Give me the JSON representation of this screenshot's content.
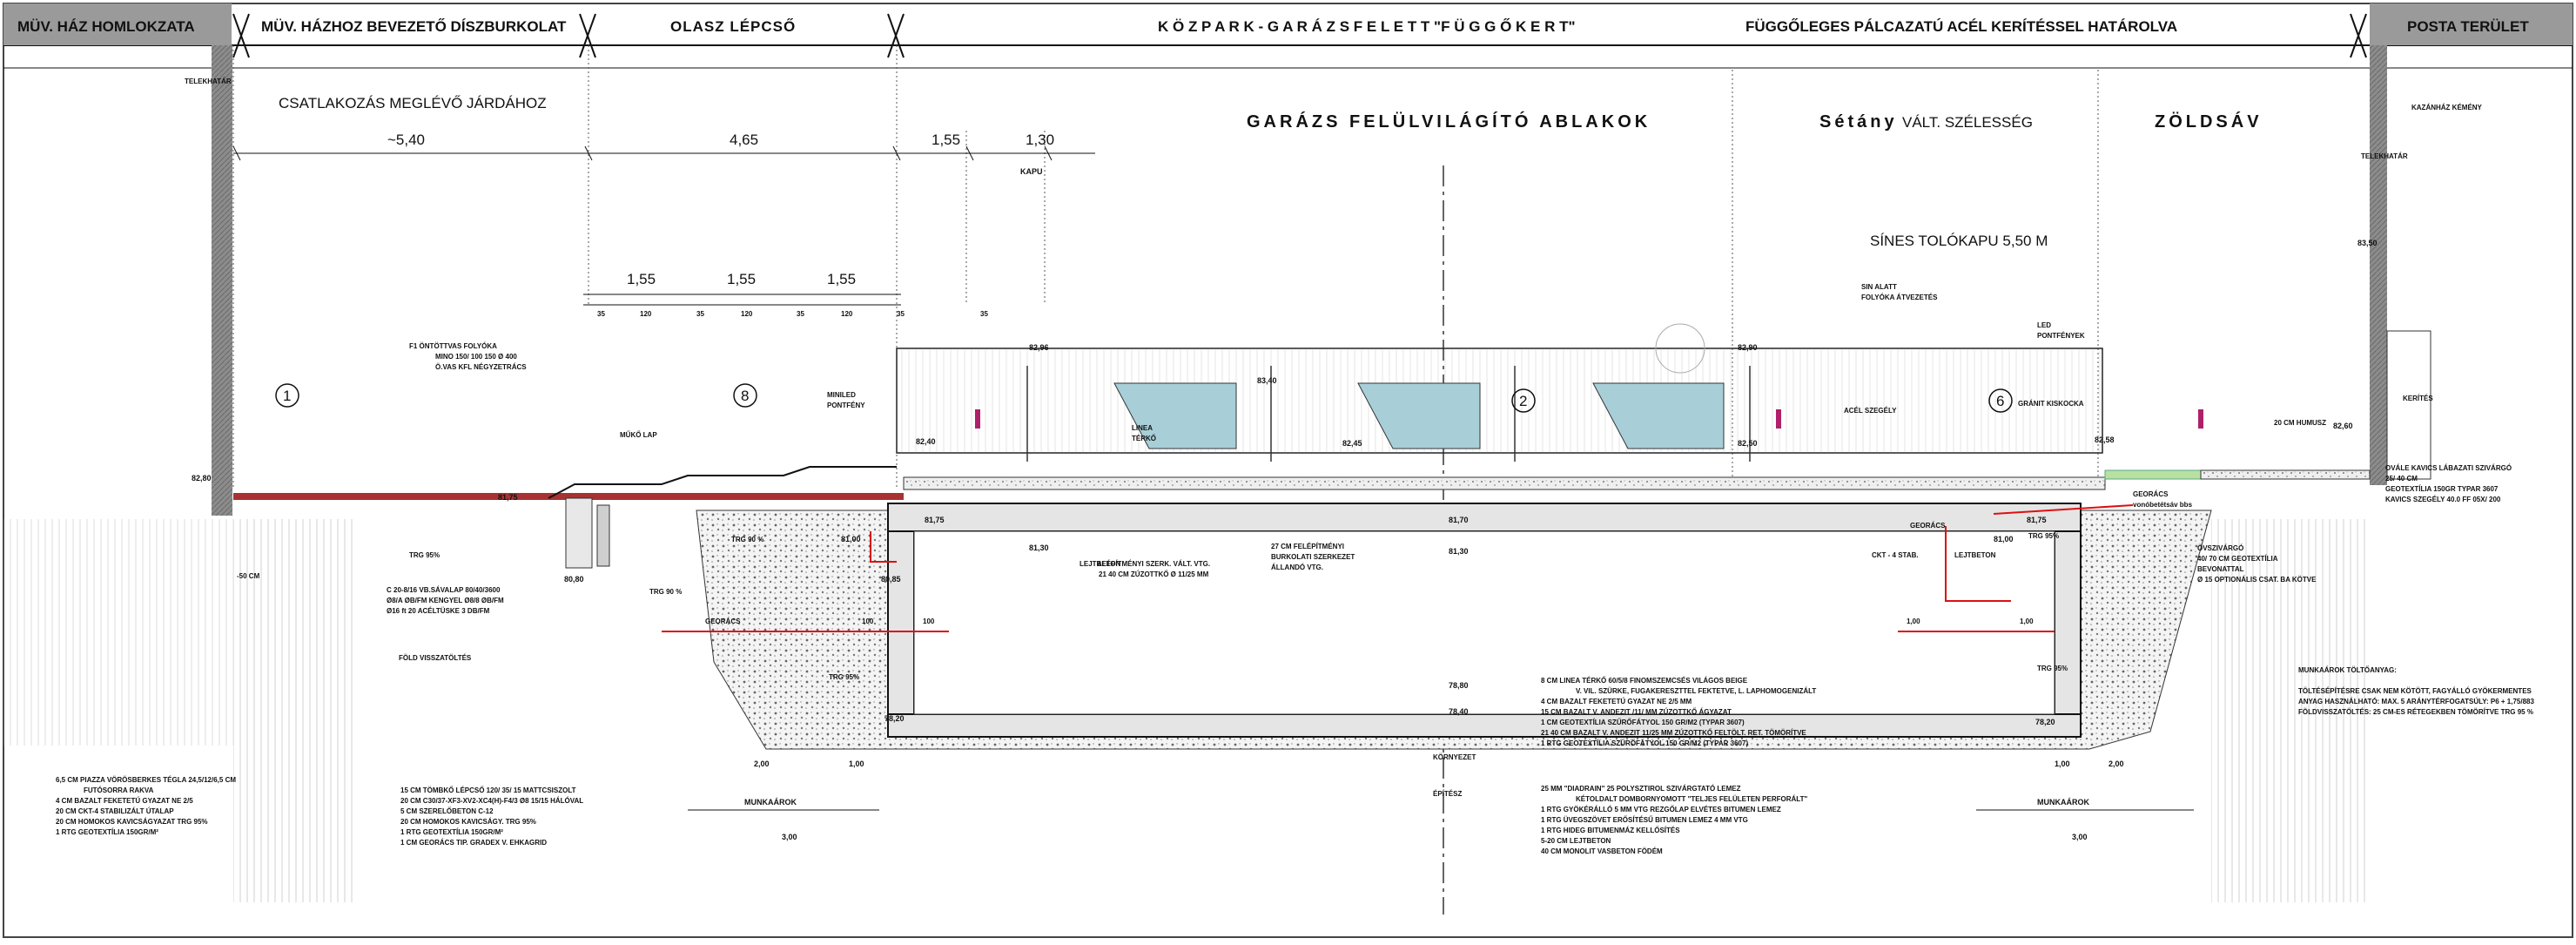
{
  "header": {
    "left": "MÜV. HÁZ HOMLOKZATA",
    "entry": "MÜV. HÁZHOZ BEVEZETŐ DÍSZBURKOLAT",
    "stairs": "OLASZ LÉPCSŐ",
    "park": "K Ö Z P A R K   -   G A R Á Z S   F E L E T T   \"F Ü G G Ő K E R T\"",
    "park_suffix": "FÜGGŐLEGES PÁLCAZATÚ ACÉL KERÍTÉSSEL HATÁROLVA",
    "right": "POSTA TERÜLET"
  },
  "zones": {
    "skylights": "GARÁZS FELÜLVILÁGÍTÓ ABLAKOK",
    "walkway_a": "Sétány",
    "walkway_b": "VÁLT. SZÉLESSÉG",
    "green": "ZÖLDSÁV",
    "sidewalk": "CSATLAKOZÁS MEGLÉVŐ JÁRDÁHOZ",
    "gate": "KAPU",
    "sliding_gate": "SÍNES TOLÓKAPU   5,50 M"
  },
  "dimensions": {
    "d1": "~5,40",
    "d2": "4,65",
    "d3": "1,55",
    "d4": "1,30",
    "s1": "1,55",
    "s2": "1,55",
    "s3": "1,55",
    "r1": "35",
    "r2": "120",
    "r3": "35",
    "r4": "120",
    "r5": "35",
    "r6": "120",
    "r7": "35",
    "r8": "35"
  },
  "levels": {
    "l1": "82,80",
    "l2": "81,75",
    "l3": "82,40",
    "l4": "82,96",
    "l5": "83,40",
    "l6": "82,45",
    "l7": "82,90",
    "l8": "82,50",
    "l9": "82,58",
    "l10": "82,60",
    "l11": "83,50",
    "l12": "81,75",
    "l13": "81,30",
    "l14": "81,70",
    "l15": "81,75",
    "l16": "78,80",
    "l17": "78,40",
    "l18": "78,20",
    "l19": "78,20",
    "l20": "80,85",
    "l21": "81,00",
    "l22": "80,80",
    "l23": "81,00",
    "l24": "81,30"
  },
  "markers": [
    "1",
    "8",
    "2",
    "6"
  ],
  "labels": {
    "facade_limit": "TELEKHATÁR",
    "facade_limit2": "TELEKHATÁR",
    "chimney": "KAZÁNHÁZ KÉMÉNY",
    "fence": "KERÍTÉS",
    "drain_a": "F1   ÖNTÖTTVAS FOLYÓKA",
    "drain_b": "MINO 150/ 100 150      Ø 400",
    "drain_c": "Ö.VAS KFL NÉGYZETRÁCS",
    "stone_step": "MŰKŐ LAP",
    "led_a": "MINILED",
    "led_b": "PONTFÉNY",
    "linea_a": "LINEA",
    "linea_b": "TÉRKŐ",
    "steel_edge": "ACÉL SZEGÉLY",
    "granite": "GRÁNIT KISKOCKA",
    "under_sill_a": "SIN ALATT",
    "under_sill_b": "FOLYÓKA ÁTVEZETÉS",
    "led2_a": "LED",
    "led2_b": "PONTFÉNYEK",
    "humus": "20 CM HUMUSZ",
    "trg1": "TRG 95%",
    "trg2": "TRG 90 %",
    "trg3": "TRG 90 %",
    "trg4": "TRG 95%",
    "trg5": "TRG 95%",
    "trg6": "TRG 95%",
    "cm50": "-50 CM",
    "georacs1": "GEORÁCS",
    "georacs2": "GEORÁCS",
    "georacs3": "GEORÁCS",
    "georacs4": "vonóbetétsáv bbs",
    "georacs_d1": "100",
    "georacs_d2": "100",
    "georacs_d3": "1,00",
    "georacs_d4": "1,00",
    "blind": "LEJTBETON",
    "blind2": "LEJTBETON",
    "ckt": "CKT - 4 STAB.",
    "earth_cover": "FÖLD VISSZATÖLTÉS",
    "structure_a": "ALÉPÍTMÉNYI SZERK. VÁLT. VTG.",
    "structure_b": "21 40 CM ZÚZOTTKŐ Ø 11/25 MM",
    "structure_c": "27 CM FELÉPÍTMÉNYI",
    "structure_d": "BURKOLATI SZERKEZET",
    "structure_e": "ÁLLANDÓ VTG.",
    "crushed_a": "OVÁLE KAVICS LÁBAZATI SZIVÁRGÓ",
    "crushed_b": "25/ 40 CM",
    "crushed_c": "GEOTEXTÍLIA  150GR TYPAR 3607",
    "crushed_d": "KAVICS SZEGÉLY 40.0 FF 05X/ 200",
    "drainage_a": "ÖVSZIVÁRGÓ",
    "drainage_b": "40/ 70 CM GEOTEXTÍLIA",
    "drainage_c": "BEVONATTAL",
    "drainage_d": "Ø 15 OPTIONÁLIS CSAT. BA KÖTVE",
    "rebar_a": "C 20-8/16    VB.SÁVALAP  80/40/3600",
    "rebar_b": "Ø8/A ØB/FM    KENGYEL    Ø8/8 ØB/FM",
    "rebar_c": "Ø16 ft 20    ACÉLTÜSKE    3 DB/FM",
    "work_a": "MUNKAÁROK",
    "work_b": "MUNKAÁROK",
    "work_d1": "3,00",
    "work_d2": "3,00",
    "work_d3": "2,00",
    "work_d4": "1,00",
    "work_d5": "1,00",
    "work_d6": "2,00",
    "env": "KÖRNYEZET",
    "built": "ÉPÍTÉSZ",
    "fill_title": "MUNKAÁROK TÖLTŐANYAG:",
    "fill_a": "TÖLTÉSÉPÍTÉSRE CSAK NEM KÖTÖTT, FAGYÁLLÓ GYÖKERMENTES",
    "fill_b": "ANYAG HASZNÁLHATÓ:  MAX. 5 ARÁNYTÉRFOGATSÚLY:   P6 + 1,75/883",
    "fill_c": "FÖLDVISSZATÖLTÉS: 25 CM-ES RÉTEGEKBEN TÖMÖRÍTVE TRG 95 %"
  },
  "layers_left": [
    "6,5 CM PIAZZA VÖRÖSBERKES TÉGLA 24,5/12/6,5 CM",
    "FUTÓSORRA RAKVA",
    "4 CM    BAZALT FEKETETÚ GYAZAT NE 2/5",
    "20 CM   CKT-4 STABILIZÁLT ÚTALAP",
    "20 CM   HOMOKOS KAVICSÁGYAZAT TRG 95%",
    "1 RTG   GEOTEXTÍLIA 150GR/M²"
  ],
  "layers_mid": [
    "15 CM   TÖMBKŐ LÉPCSŐ 120/ 35/ 15 MATTCSISZOLT",
    "20 CM   C30/37-XF3-XV2-XC4(H)-F4/3 Ø8 15/15 HÁLÓVAL",
    "5 CM    SZERELŐBETON C-12",
    "20 CM   HOMOKOS KAVICSÁGY. TRG 95%",
    "1 RTG   GEOTEXTÍLIA 150GR/M²",
    "1 CM    GEORÁCS TIP. GRADEX V. EHKAGRID"
  ],
  "layers_right": [
    "8 CM    LINEA TÉRKŐ 60/5/8 FINOMSZEMCSÉS VILÁGOS BEIGE",
    "V. VIL. SZÜRKE, FUGAKERESZTTEL FEKTETVE, L. LAPHOMOGENIZÁLT",
    "4 CM    BAZALT FEKETETÚ GYAZAT NE  2/5 MM",
    "15 CM   BAZALT V. ANDEZIT  /11/ MM ZÚZOTTKŐ ÁGYAZAT",
    "1 CM    GEOTEXTÍLIA SZŰRŐFÁTYOL 150 GR/M2 (TYPAR 3607)",
    "21 40 CM  BAZALT V. ANDEZIT 11/25 MM ZÚZOTTKŐ FELTÖLT.  RET. TÖMÖRÍTVE",
    "1 RTG   GEOTEXTÍLIA SZŰRŐFÁTYOL 150 GR/M2 (TYPAR 3607)",
    "",
    "25 MM   \"DIADRAIN\" 25 POLYSZTIROL SZIVÁRGTATÓ LEMEZ",
    "KÉTOLDALT DOMBORNYOMOTT  \"TELJES FELÜLETEN PERFORÁLT\"",
    "1 RTG   GYÖKÉRÁLLÓ 5 MM VTG REZGŐLAP ELVÉTES BITUMEN LEMEZ",
    "1 RTG   ÜVEGSZÖVET ERŐSÍTÉSŰ BITUMEN LEMEZ 4 MM VTG",
    "1 RTG   HIDEG BITUMENMÁZ KELLŐSÍTÉS",
    "5-20 CM  LEJTBETON",
    "40 CM   MONOLIT VASBETON FÖDÉM"
  ]
}
